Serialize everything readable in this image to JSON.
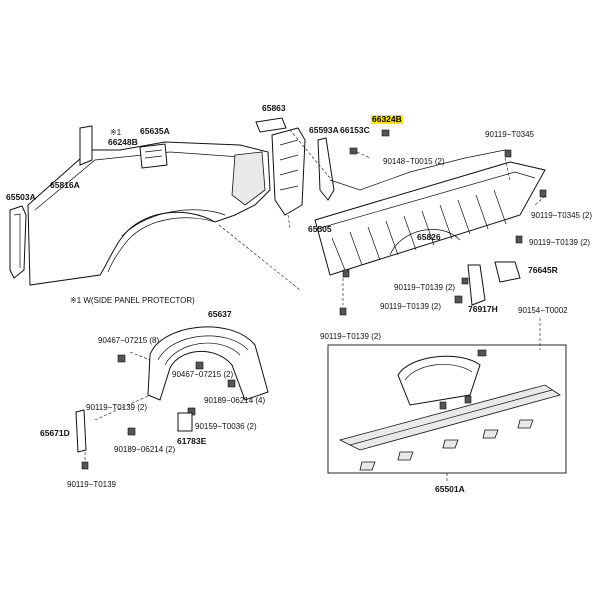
{
  "labels": {
    "p65863": "65863",
    "p65593a": "65593A",
    "p66153c": "66153C",
    "p66324b": "66324B",
    "p90119_t0345_top": "90119−T0345",
    "p90148_t0015": "90148−T0015 (2)",
    "star1": "※1",
    "p66248b": "66248B",
    "p65635a": "65635A",
    "p65503a": "65503A",
    "p65816a": "65816A",
    "p65505": "65505",
    "p65826": "65826",
    "p90119_t0345_right": "90119−T0345 (2)",
    "p90119_t0139_right": "90119−T0139 (2)",
    "p76645r": "76645R",
    "p90119_t0139_mid1": "90119−T0139 (2)",
    "p90119_t0139_mid2": "90119−T0139 (2)",
    "p76917h": "76917H",
    "p90154_t0002": "90154−T0002",
    "p90119_t0139_center": "90119−T0139 (2)",
    "note_star1": "※1 W(SIDE PANEL PROTECTOR)",
    "p65637": "65637",
    "p90467_07215_8": "90467−07215 (8)",
    "p90467_07215_2": "90467−07215 (2)",
    "p90189_06214_4": "90189−06214 (4)",
    "p90119_t0139_left": "90119−T0139 (2)",
    "p90159_t0036": "90159−T0036 (2)",
    "p65671d": "65671D",
    "p61783e": "61783E",
    "p90189_06214_2": "90189−06214 (2)",
    "p90119_t0139_bottom": "90119−T0139",
    "p65501a": "65501A"
  },
  "highlight_color": "#ffe600"
}
